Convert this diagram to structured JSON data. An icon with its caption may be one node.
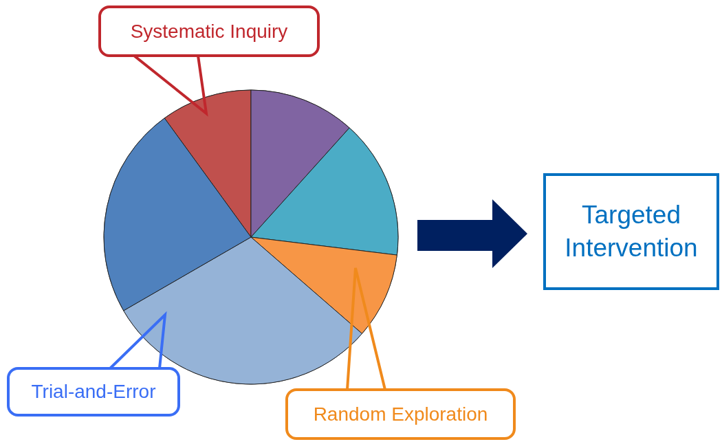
{
  "diagram": {
    "nodes": [
      {
        "text": [
          "Systematic Inquiry"
        ]
      },
      {
        "text": [],
        "shape": "circle"
      },
      {
        "text": [],
        "shape": "wedge",
        "in": 1
      },
      {
        "text": [],
        "shape": "wedge",
        "in": 1
      },
      {
        "text": [],
        "shape": "wedge",
        "in": 1
      },
      {
        "text": [],
        "shape": "wedge",
        "in": 1
      },
      {
        "text": [],
        "shape": "wedge",
        "in": 1
      },
      {
        "text": [],
        "shape": "wedge",
        "in": 1
      },
      {
        "text": [
          "Trial-and-Error"
        ]
      },
      {
        "text": [
          "Random Exploration"
        ]
      },
      {
        "text": [
          "Targeted Intervention"
        ]
      }
    ],
    "edges": [
      {
        "from": 0,
        "to": 2,
        "arrow": "none",
        "color": "#c0272d"
      },
      {
        "from": 8,
        "to": 6,
        "arrow": "none",
        "color": "#3a6ef5"
      },
      {
        "from": 9,
        "to": 5,
        "arrow": "none",
        "color": "#f08a1c"
      },
      {
        "from": 1,
        "to": 10,
        "arrow": "to",
        "style": "thick",
        "color": "#002060"
      }
    ]
  }
}
